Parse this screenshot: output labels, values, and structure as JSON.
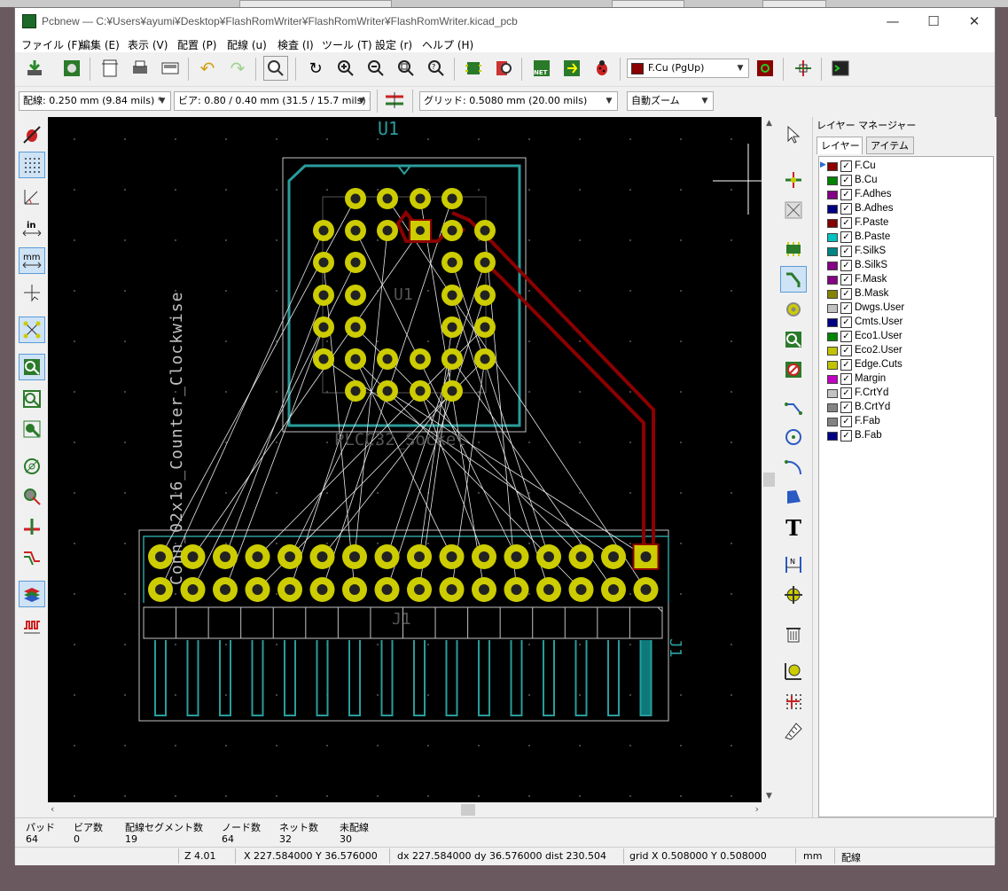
{
  "window": {
    "title": "Pcbnew — C:¥Users¥ayumi¥Desktop¥FlashRomWriter¥FlashRomWriter¥FlashRomWriter.kicad_pcb",
    "minimize": "—",
    "maximize": "☐",
    "close": "✕"
  },
  "menu": [
    "ファイル (F)",
    "編集 (E)",
    "表示 (V)",
    "配置 (P)",
    "配線 (u)",
    "検査 (I)",
    "ツール (T)",
    "設定 (r)",
    "ヘルプ (H)"
  ],
  "toolbar": {
    "layer_select": "F.Cu (PgUp)",
    "track_width": "配線: 0.250 mm (9.84 mils) *",
    "via_size": "ビア: 0.80 / 0.40 mm (31.5 / 15.7 mils) *",
    "grid": "グリッド: 0.5080 mm (20.00 mils)",
    "zoom": "自動ズーム",
    "net_icon_text": "NET"
  },
  "board": {
    "ref_u1_top": "U1",
    "ref_u1_center": "U1",
    "u1_value": "PLCC32_Socket",
    "ref_j1": "J1",
    "ref_j1_side": "J1",
    "j1_value": "Conn_02x16_Counter_Clockwise"
  },
  "layer_manager": {
    "title": "レイヤー マネージャー",
    "tabs": [
      "レイヤー",
      "アイテム"
    ],
    "layers": [
      {
        "name": "F.Cu",
        "color": "#8c0000"
      },
      {
        "name": "B.Cu",
        "color": "#008400"
      },
      {
        "name": "F.Adhes",
        "color": "#840084"
      },
      {
        "name": "B.Adhes",
        "color": "#000084"
      },
      {
        "name": "F.Paste",
        "color": "#840000"
      },
      {
        "name": "B.Paste",
        "color": "#00c2c2"
      },
      {
        "name": "F.SilkS",
        "color": "#008484"
      },
      {
        "name": "B.SilkS",
        "color": "#840084"
      },
      {
        "name": "F.Mask",
        "color": "#840084"
      },
      {
        "name": "B.Mask",
        "color": "#848400"
      },
      {
        "name": "Dwgs.User",
        "color": "#c2c2c2"
      },
      {
        "name": "Cmts.User",
        "color": "#000084"
      },
      {
        "name": "Eco1.User",
        "color": "#008400"
      },
      {
        "name": "Eco2.User",
        "color": "#c2c200"
      },
      {
        "name": "Edge.Cuts",
        "color": "#c2c200"
      },
      {
        "name": "Margin",
        "color": "#c200c2"
      },
      {
        "name": "F.CrtYd",
        "color": "#c2c2c2"
      },
      {
        "name": "B.CrtYd",
        "color": "#848484"
      },
      {
        "name": "F.Fab",
        "color": "#848484"
      },
      {
        "name": "B.Fab",
        "color": "#000084"
      }
    ]
  },
  "stats": {
    "pads_label": "パッド",
    "pads": "64",
    "vias_label": "ビア数",
    "vias": "0",
    "segments_label": "配線セグメント数",
    "segments": "19",
    "nodes_label": "ノード数",
    "nodes": "64",
    "nets_label": "ネット数",
    "nets": "32",
    "unrouted_label": "未配線",
    "unrouted": "30"
  },
  "statusbar": {
    "zoom": "Z 4.01",
    "xy": "X 227.584000  Y 36.576000",
    "dxy": "dx 227.584000  dy 36.576000  dist 230.504",
    "grid": "grid X 0.508000  Y 0.508000",
    "units": "mm",
    "mode": "配線"
  }
}
